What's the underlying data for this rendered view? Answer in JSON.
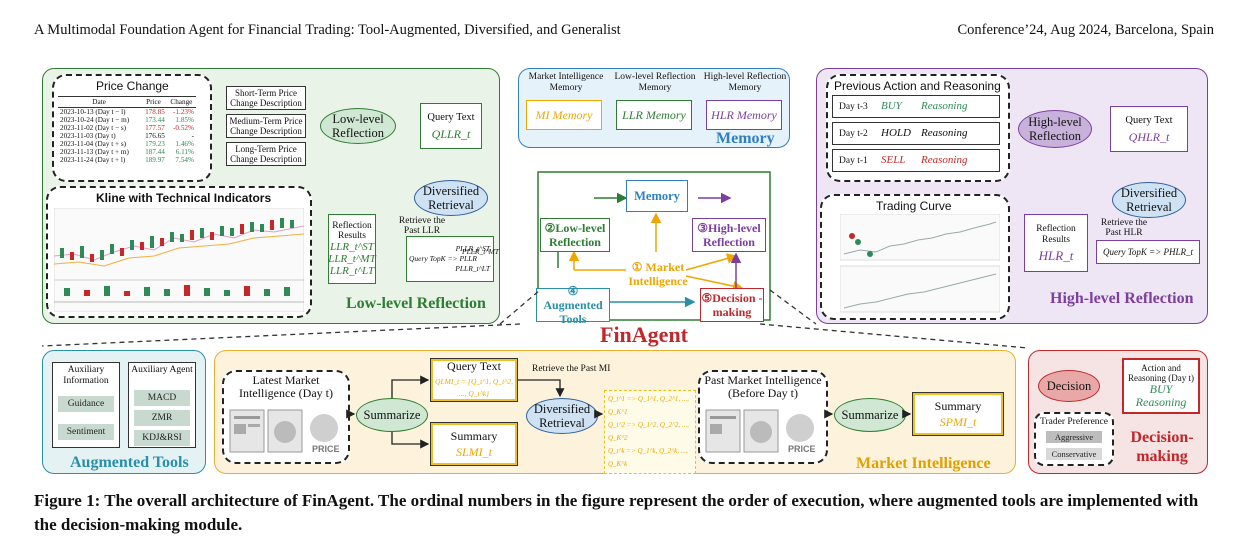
{
  "header": {
    "left": "A Multimodal Foundation Agent for Financial Trading: Tool-Augmented, Diversified, and Generalist",
    "right": "Conference’24, Aug 2024, Barcelona, Spain"
  },
  "low_level": {
    "price_change_title": "Price Change",
    "table_headers": [
      "Date",
      "Price",
      "Change"
    ],
    "rows": [
      {
        "date": "2023-10-13 (Day t − l)",
        "price": "178.85",
        "change": "-1.23%"
      },
      {
        "date": "2023-10-24 (Day t − m)",
        "price": "173.44",
        "change": "1.85%"
      },
      {
        "date": "2023-11-02 (Day t − s)",
        "price": "177.57",
        "change": "-0.52%"
      },
      {
        "date": "2023-11-03 (Day t)",
        "price": "176.65",
        "change": "-"
      },
      {
        "date": "2023-11-04 (Day t + s)",
        "price": "179.23",
        "change": "1.46%"
      },
      {
        "date": "2023-11-13 (Day t + m)",
        "price": "187.44",
        "change": "6.11%"
      },
      {
        "date": "2023-11-24 (Day t + l)",
        "price": "189.97",
        "change": "7.54%"
      }
    ],
    "desc_boxes": [
      "Short-Term Price Change Description",
      "Medium-Term Price Change Description",
      "Long-Term Price Change Description"
    ],
    "reflection_oval": "Low-level Reflection",
    "query_text_label": "Query Text",
    "query_text_value": "QLLR_t",
    "diversified_retrieval": "Diversified Retrieval",
    "kline_title": "Kline with Technical Indicators",
    "reflection_results_label": "Reflection Results",
    "llr_items": [
      "LLR_t^ST",
      "LLR_t^MT",
      "LLR_t^LT"
    ],
    "retrieve_text": "Retrieve the Past LLR",
    "query_formula": "Query TopK => PLLR",
    "pllr_items": [
      "PLLR_t^ST",
      "PLLR_t^MT",
      "PLLR_t^LT"
    ],
    "section_label": "Low-level Reflection"
  },
  "memory": {
    "headers": [
      "Market Intelligence Memory",
      "Low-level Reflection Memory",
      "High-level Reflection Memory"
    ],
    "items": [
      "MI Memory",
      "LLR Memory",
      "HLR Memory"
    ],
    "section_label": "Memory"
  },
  "center": {
    "memory": "Memory",
    "low_level": "②Low-level Reflection",
    "high_level": "③High-level Reflection",
    "market_intel": "① Market Intelligence",
    "augmented_tools": "④ Augmented Tools",
    "decision": "⑤Decision -making",
    "title": "FinAgent",
    "colors": {
      "mi": "#f0a500",
      "llr": "#2e7d32",
      "hlr": "#7b3fa0",
      "tools": "#2a8fa8",
      "dm": "#c0282c",
      "mem": "#2f7fc1"
    }
  },
  "high_level": {
    "prev_title": "Previous Action and Reasoning",
    "history": [
      {
        "day": "Day t-3",
        "action": "BUY",
        "reasoning": "Reasoning",
        "color": "#2e8b57"
      },
      {
        "day": "Day t-2",
        "action": "HOLD",
        "reasoning": "Reasoning",
        "color": "#111111"
      },
      {
        "day": "Day t-1",
        "action": "SELL",
        "reasoning": "Reasoning",
        "color": "#c62828"
      }
    ],
    "reflection_oval": "High-level Reflection",
    "query_text_label": "Query Text",
    "query_text_value": "QHLR_t",
    "diversified_retrieval": "Diversified Retrieval",
    "trading_curve_title": "Trading Curve",
    "reflection_results_label": "Reflection Results",
    "hlr_value": "HLR_t",
    "retrieve_text": "Retrieve the Past HLR",
    "query_formula": "Query TopK => PHLR_t",
    "section_label": "High-level Reflection"
  },
  "augmented_tools": {
    "col1_title": "Auxiliary Information",
    "col1_items": [
      "Guidance",
      "Sentiment"
    ],
    "col2_title": "Auxiliary Agent",
    "col2_items": [
      "MACD",
      "ZMR",
      "KDJ&RSI"
    ],
    "section_label": "Augmented Tools"
  },
  "market_intel": {
    "latest_title": "Latest Market Intelligence (Day t)",
    "summarize": "Summarize",
    "query_text_label": "Query Text",
    "query_formula": "QLMI_t = {Q_t^1, Q_t^2, ..., Q_t^k}",
    "summary_label": "Summary",
    "summary_value": "SLMI_t",
    "retrieve_text": "Retrieve the Past MI",
    "diversified_retrieval": "Diversified Retrieval",
    "q_lines": [
      "Q_t^1 => Q_1^1, Q_2^1, ..., Q_K^1",
      "Q_t^2 => Q_1^2, Q_2^2, ..., Q_K^2",
      "Q_t^k => Q_1^k, Q_2^k, ..., Q_K^k"
    ],
    "past_title": "Past Market Intelligence (Before Day t)",
    "summarize2": "Summarize",
    "summary2_label": "Summary",
    "summary2_value": "SPMI_t",
    "price_label": "PRICE",
    "section_label": "Market Intelligence"
  },
  "decision": {
    "oval": "Decision",
    "action_box": "Action and Reasoning (Day t)",
    "action_value": "BUY",
    "reasoning_value": "Reasoning",
    "trader_pref": "Trader Preference",
    "prefs": [
      "Aggressive",
      "Conservative"
    ],
    "section_label": "Decision-making"
  },
  "caption": {
    "text": "Figure 1: The overall architecture of FinAgent. The ordinal numbers in the figure represent the order of execution, where augmented tools are implemented with the decision-making module."
  }
}
